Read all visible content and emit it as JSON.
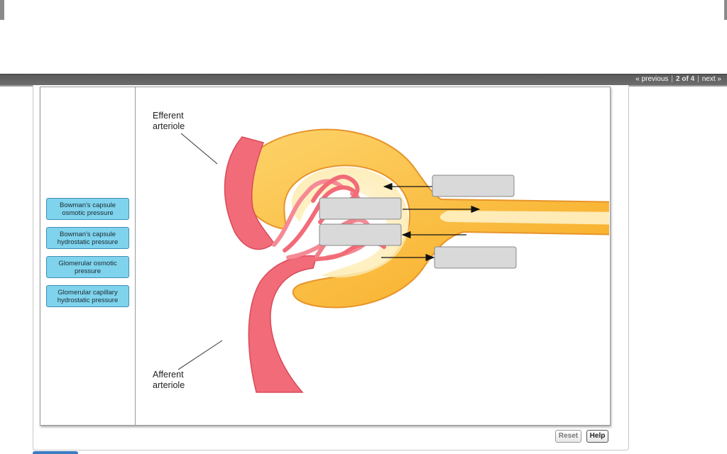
{
  "pager": {
    "previous": "« previous",
    "current": "2 of 4",
    "next": "next »",
    "separator": "|"
  },
  "labels": [
    {
      "text": "Bowman's capsule osmotic pressure"
    },
    {
      "text": "Bowman's capsule hydrostatic pressure"
    },
    {
      "text": "Glomerular osmotic pressure"
    },
    {
      "text": "Glomerular capillary hydrostatic pressure"
    }
  ],
  "diagram": {
    "efferent_line1": "Efferent",
    "efferent_line2": "arteriole",
    "afferent_line1": "Afferent",
    "afferent_line2": "arteriole"
  },
  "buttons": {
    "reset": "Reset",
    "help": "Help"
  },
  "colors": {
    "label_fill": "#7fd3ec",
    "capsule_yellow": "#fbc02d",
    "vessel_red": "#f26b78",
    "drop_target": "#d9d9d9"
  }
}
